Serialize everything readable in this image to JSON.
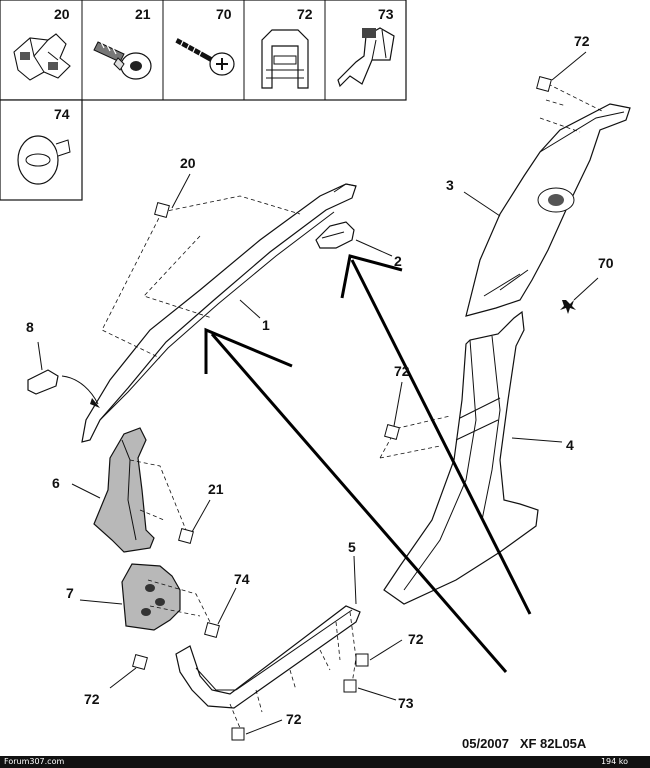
{
  "legend": {
    "cells": [
      {
        "label": "20",
        "icon": "clip-icon"
      },
      {
        "label": "21",
        "icon": "push-rivet-icon"
      },
      {
        "label": "70",
        "icon": "screw-icon"
      },
      {
        "label": "72",
        "icon": "u-clip-icon"
      },
      {
        "label": "73",
        "icon": "bracket-clip-icon"
      },
      {
        "label": "74",
        "icon": "round-fastener-icon"
      }
    ]
  },
  "parts": {
    "p1": "1",
    "p2": "2",
    "p3": "3",
    "p4": "4",
    "p5": "5",
    "p6": "6",
    "p7": "7",
    "p8": "8",
    "c20": "20",
    "c21": "21",
    "c70": "70",
    "c72a": "72",
    "c72b": "72",
    "c72c": "72",
    "c72d": "72",
    "c72e": "72",
    "c73": "73",
    "c74": "74"
  },
  "footer": {
    "reference": "05/2007   XF 82L05A",
    "site": "Forum307.com",
    "size": "194 ko"
  }
}
